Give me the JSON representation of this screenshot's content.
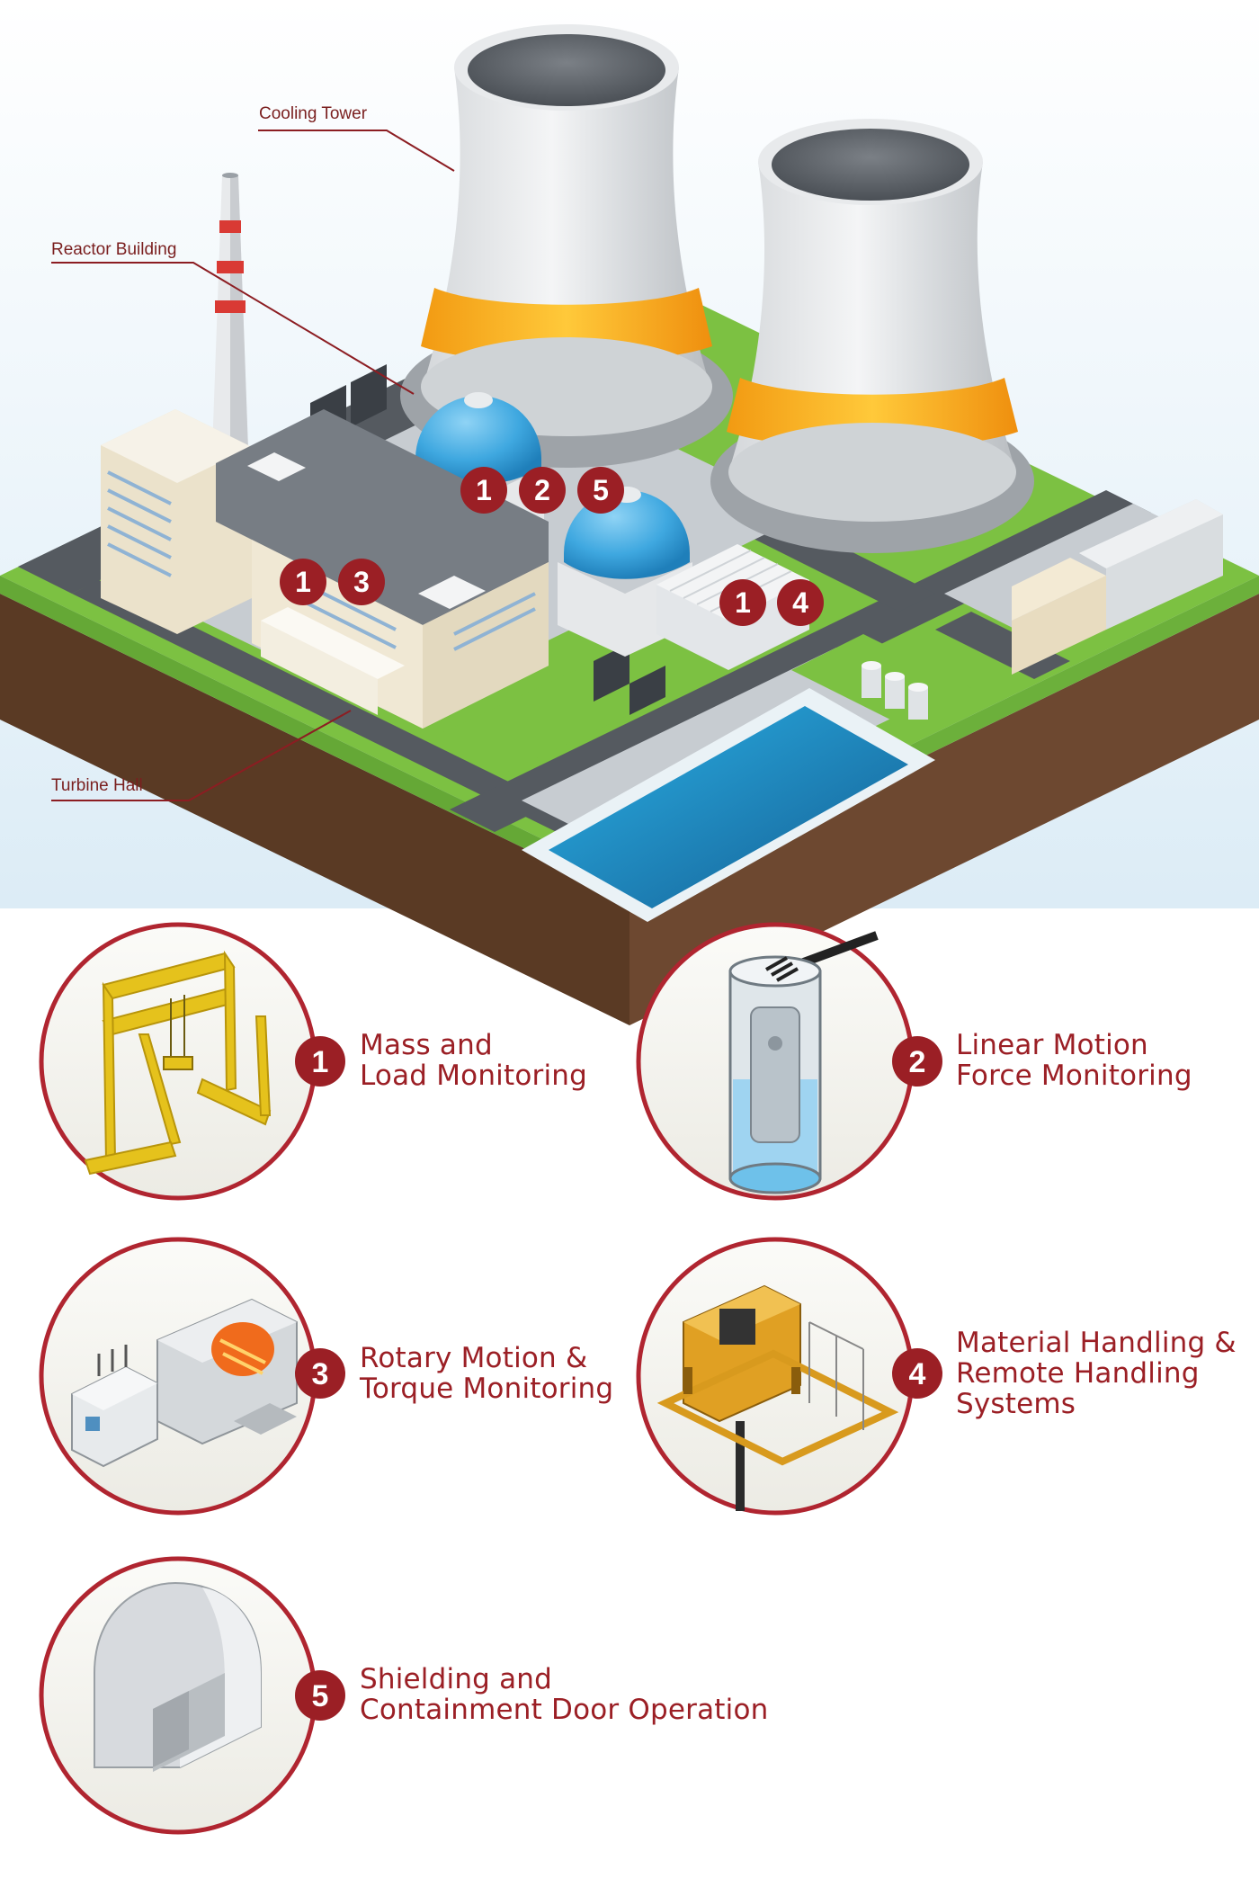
{
  "callouts": {
    "cooling_tower": "Cooling Tower",
    "reactor_building": "Reactor Building",
    "turbine_hall": "Turbine Hall"
  },
  "map_badges": [
    "1",
    "2",
    "5",
    "1",
    "3",
    "1",
    "4"
  ],
  "legend": [
    {
      "number": "1",
      "lines": [
        "Mass and",
        "Load Monitoring"
      ],
      "icon": "gantry-crane-icon"
    },
    {
      "number": "2",
      "lines": [
        "Linear Motion",
        "Force Monitoring"
      ],
      "icon": "reactor-vessel-icon"
    },
    {
      "number": "3",
      "lines": [
        "Rotary Motion &",
        "Torque Monitoring"
      ],
      "icon": "turbine-generator-icon"
    },
    {
      "number": "4",
      "lines": [
        "Material Handling &",
        "Remote Handling",
        "Systems"
      ],
      "icon": "handling-platform-icon"
    },
    {
      "number": "5",
      "lines": [
        "Shielding and",
        "Containment Door Operation"
      ],
      "icon": "containment-door-icon"
    }
  ],
  "colors": {
    "accent": "#9b1f25",
    "grass": "#7cc142",
    "soil": "#5a3a24",
    "road": "#555a60",
    "dome": "#3fa8e0",
    "tower_band": "#f5a21b",
    "water": "#2a8fc8"
  }
}
